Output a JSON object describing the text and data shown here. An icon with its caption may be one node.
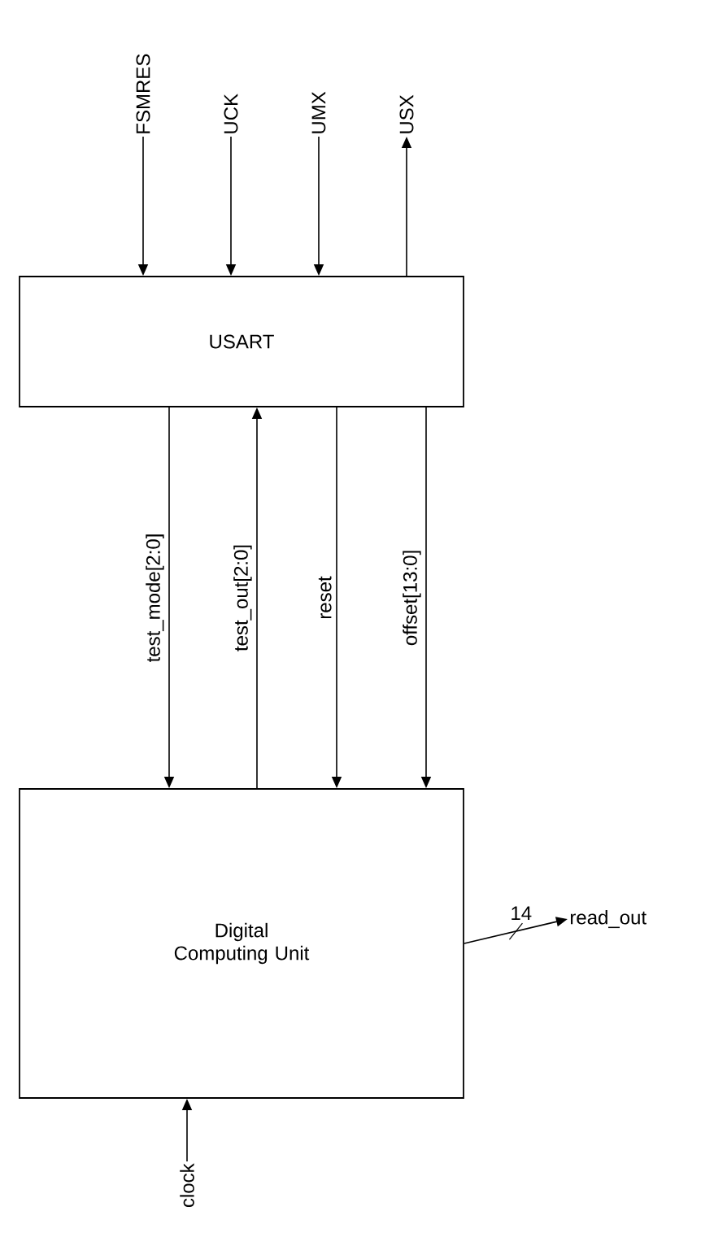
{
  "diagram": {
    "nodes": [
      {
        "text": [
          "FSMRES"
        ]
      },
      {
        "text": [
          "UCK"
        ]
      },
      {
        "text": [
          "UMX"
        ]
      },
      {
        "text": [
          "USX"
        ]
      },
      {
        "text": [
          "USART"
        ]
      },
      {
        "text": [
          "Digital Computing Unit"
        ]
      },
      {
        "text": [
          "read_out"
        ]
      },
      {
        "text": [
          "clock"
        ]
      }
    ],
    "edges": [
      {
        "from": 0,
        "to": 4,
        "arrow": "to"
      },
      {
        "from": 1,
        "to": 4,
        "arrow": "to"
      },
      {
        "from": 2,
        "to": 4,
        "arrow": "to"
      },
      {
        "from": 4,
        "to": 3,
        "arrow": "to"
      },
      {
        "from": 4,
        "to": 5,
        "arrow": "to",
        "label": "test_mode[2:0]"
      },
      {
        "from": 5,
        "to": 4,
        "arrow": "to",
        "label": "test_out[2:0]"
      },
      {
        "from": 4,
        "to": 5,
        "arrow": "to",
        "label": "reset"
      },
      {
        "from": 4,
        "to": 5,
        "arrow": "to",
        "label": "offset[13:0]"
      },
      {
        "from": 5,
        "to": 6,
        "arrow": "to",
        "label": "14"
      },
      {
        "from": 7,
        "to": 5,
        "arrow": "to"
      }
    ]
  }
}
